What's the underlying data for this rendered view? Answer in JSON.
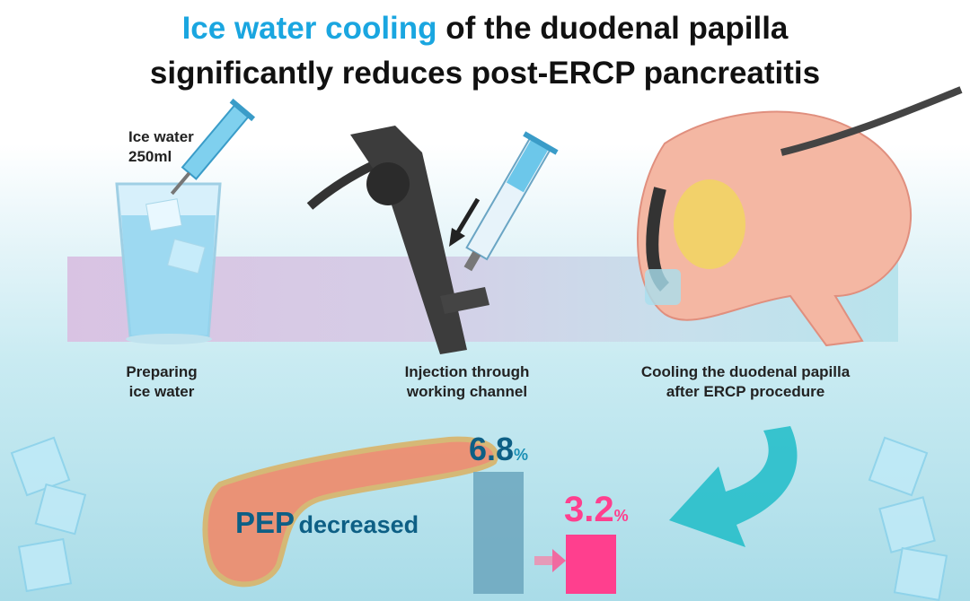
{
  "title": {
    "line1_highlight": "Ice water cooling",
    "line1_rest": " of the duodenal papilla",
    "line2": "significantly reduces post-ERCP pancreatitis"
  },
  "ice_label": {
    "line1": "Ice water",
    "line2": "250ml"
  },
  "steps": [
    {
      "line1": "Preparing",
      "line2": "ice water"
    },
    {
      "line1": "Injection through",
      "line2": "working channel"
    },
    {
      "line1": "Cooling the duodenal papilla",
      "line2": "after ERCP procedure"
    }
  ],
  "result": {
    "pep_word": "PEP",
    "decreased_word": "decreased",
    "before_value": "6.8",
    "after_value": "3.2",
    "unit": "%"
  },
  "colors": {
    "accent": "#1aa6e0",
    "before_bar": "#6fa8c0",
    "after_bar": "#ff3f8e",
    "arrow": "#1fbcc8"
  }
}
